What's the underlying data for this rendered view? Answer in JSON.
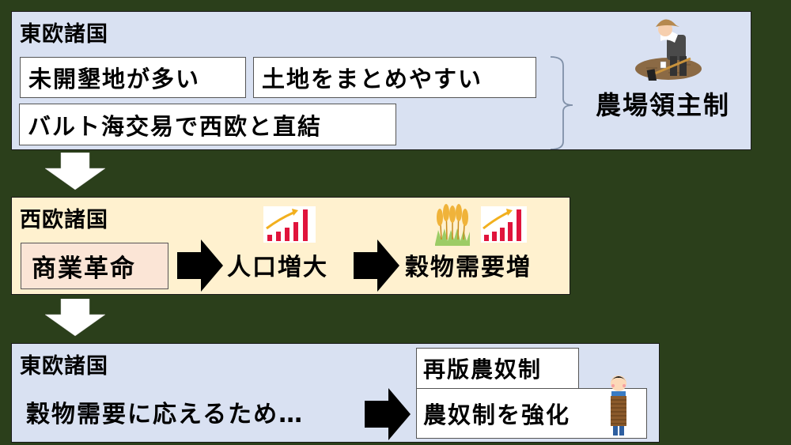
{
  "colors": {
    "background": "#2b3f1b",
    "east_panel": "#d9e1f2",
    "west_panel": "#fff1cf",
    "highlight_box": "#fbe5d6",
    "chart_bars": "#e0143c",
    "chart_arrow": "#f2b01e"
  },
  "east_top": {
    "title": "東欧諸国",
    "conditions": [
      "未開墾地が多い",
      "土地をまとめやすい",
      "バルト海交易で西欧と直結"
    ],
    "result": "農場領主制",
    "illustration": "farmer-hoeing-icon"
  },
  "west": {
    "title": "西欧諸国",
    "chain": [
      "商業革命",
      "人口増大",
      "穀物需要増"
    ],
    "icons": [
      "growth-chart-icon",
      "wheat-icon",
      "growth-chart-icon"
    ]
  },
  "east_bottom": {
    "title": "東欧諸国",
    "cause": "穀物需要に応えるため…",
    "result_label": "再版農奴制",
    "result": "農奴制を強化",
    "illustration": "bound-serf-icon"
  }
}
